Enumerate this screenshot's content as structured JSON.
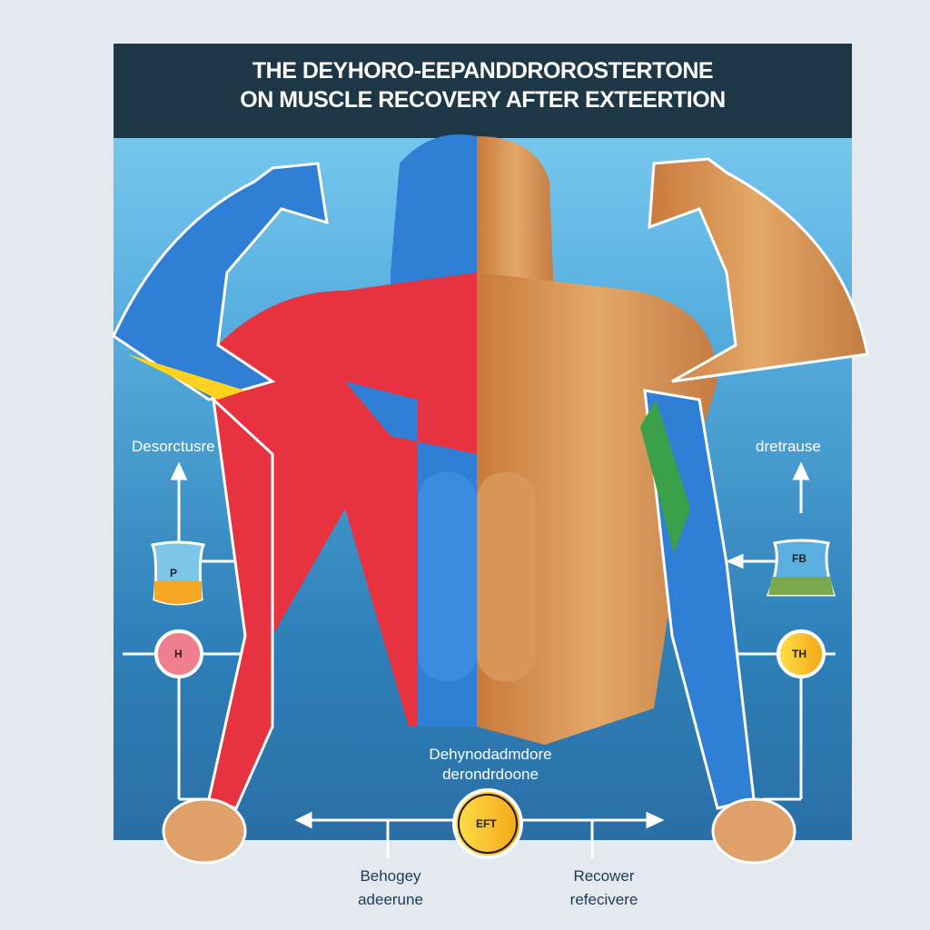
{
  "title": {
    "line1": "THE DEYHORO-EEPANDDROROSTERTONE",
    "line2": "ON MUSCLE  RECOVERY AFTER EXTEERTION"
  },
  "left_panel": {
    "label": "Desorctusre",
    "beaker_label": "P",
    "circle_label": "H"
  },
  "right_panel": {
    "label": "dretrause",
    "beaker_label": "FB",
    "circle_label": "TH"
  },
  "center": {
    "line1": "Dehynodadmdore",
    "line2": "derondrdoone",
    "circle_label": "EFT"
  },
  "bottom": {
    "left_line1": "Behogey",
    "left_line2": "adeerune",
    "right_line1": "Recower",
    "right_line2": "refecivere"
  },
  "colors": {
    "header": "#1d3747",
    "panel_top": "#86d3f5",
    "panel_bottom": "#2a6fa6",
    "muscle_red": "#e8323f",
    "muscle_blue": "#2f7fd6",
    "skin": "#d79a5c"
  }
}
